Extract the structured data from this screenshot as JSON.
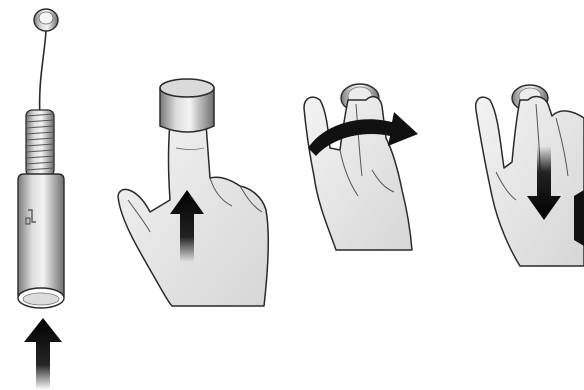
{
  "panels": [
    {
      "id": "step-1",
      "icon": "finger-cot-insert-icon",
      "arrow": "arrow-up-icon"
    },
    {
      "id": "step-2",
      "icon": "finger-cot-on-finger-icon",
      "arrow": "arrow-up-icon"
    },
    {
      "id": "step-3",
      "icon": "finger-cot-rotate-icon",
      "arrow": "curved-arrow-icon"
    },
    {
      "id": "step-4",
      "icon": "finger-cot-remove-icon",
      "arrow": "arrow-down-icon"
    }
  ],
  "colors": {
    "skin_fill": "#ebebeb",
    "outline": "#2a2a2a",
    "metal_light": "#e6e6e6",
    "metal_dark": "#8a8a8a",
    "arrow": "#111111"
  }
}
